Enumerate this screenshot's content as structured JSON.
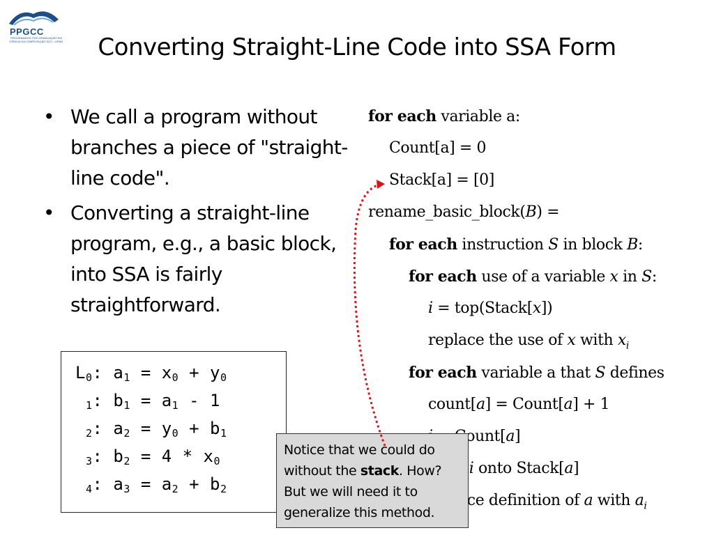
{
  "logo": {
    "name": "PPGCC",
    "subtitle": "PROGRAMA DE PÓS-GRADUAÇÃO EM CIÊNCIA DA COMPUTAÇÃO DCC • UFMG"
  },
  "title": "Converting Straight-Line Code into SSA Form",
  "bullets": [
    "We call a program without branches a piece of \"straight-line code\".",
    "Converting a straight-line program, e.g., a basic block, into SSA is fairly straightforward."
  ],
  "note": {
    "text_before": "Notice that we could do without the ",
    "bold": "stack",
    "text_after": ". How? But we will need it to generalize this method."
  },
  "colors": {
    "arrow": "#e01010",
    "note_bg": "#d9d9d9"
  }
}
